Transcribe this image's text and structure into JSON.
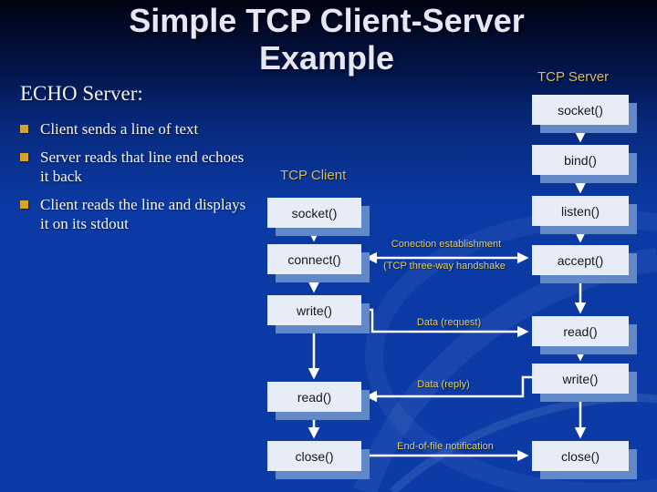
{
  "slide": {
    "title_line1": "Simple TCP Client-Server",
    "title_line2": "Example",
    "heading": "ECHO Server:",
    "bullets": [
      "Client sends a line of text",
      "Server reads that line end echoes it back",
      "Client reads the line and displays it on its stdout"
    ]
  },
  "diagram": {
    "client": {
      "label": "TCP Client",
      "boxes": [
        "socket()",
        "connect()",
        "write()",
        "read()",
        "close()"
      ]
    },
    "server": {
      "label": "TCP Server",
      "boxes": [
        "socket()",
        "bind()",
        "listen()",
        "accept()",
        "read()",
        "write()",
        "close()"
      ]
    },
    "connections": {
      "establishment_line1": "Conection establishment",
      "establishment_line2": "(TCP three-way handshake",
      "data_request": "Data (request)",
      "data_reply": "Data (reply)",
      "eof": "End-of-file notification"
    }
  },
  "colors": {
    "background_top": "#000411",
    "background_bottom": "#0c3ba6",
    "box_fill": "#e8ecf6",
    "box_shadow": "#6288c8",
    "accent_gold": "#d8b964",
    "label_yellow": "#e4ce58",
    "bullet_gold": "#d8a42a",
    "title_color": "#e6e6f5",
    "arrow": "#ffffff"
  }
}
